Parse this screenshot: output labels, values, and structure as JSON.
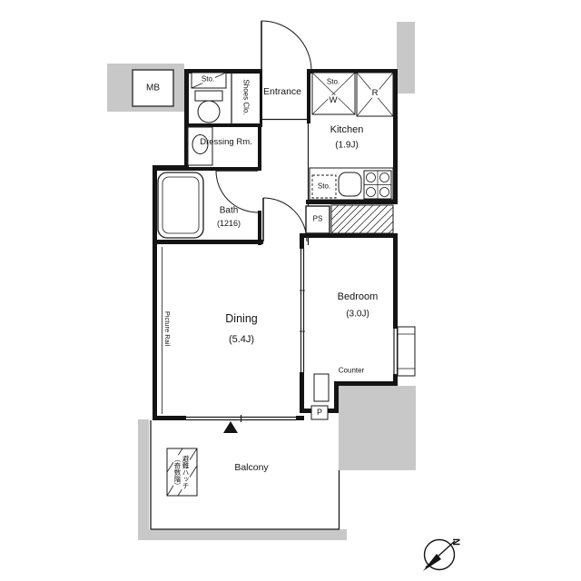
{
  "colors": {
    "background": "#ffffff",
    "wall": "#141414",
    "line": "#1a1a1a",
    "grey_fill": "#c8c8c8"
  },
  "exterior": {
    "meter_box": "MB",
    "compass_north": "N"
  },
  "rooms": {
    "entrance": {
      "name": "Entrance"
    },
    "shoes_closet": {
      "name": "Shoes Clo."
    },
    "toilet_storage": {
      "name": "Sto."
    },
    "kitchen": {
      "name": "Kitchen",
      "size": "(1.9J)"
    },
    "kitchen_storage": {
      "name": "Sto."
    },
    "washer": {
      "name": "W"
    },
    "fridge": {
      "name": "R"
    },
    "dressing_room": {
      "name": "Dressing Rm."
    },
    "bath": {
      "name": "Bath",
      "size": "(1216)"
    },
    "counter_storage": {
      "name": "Sto."
    },
    "pipe_space": {
      "name": "PS"
    },
    "dining": {
      "name": "Dining",
      "size": "(5.4J)"
    },
    "bedroom": {
      "name": "Bedroom",
      "size": "(3.0J)"
    },
    "balcony": {
      "name": "Balcony"
    }
  },
  "features": {
    "picture_rail": "Picture Rail",
    "counter": "Counter",
    "pipe": "P",
    "evac_hatch_line1": "避難ハッチ",
    "evac_hatch_line2": "（奇数階）"
  }
}
